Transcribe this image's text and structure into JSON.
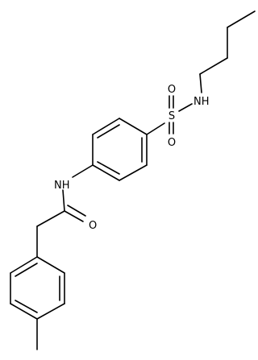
{
  "molecule": {
    "atoms": {
      "amide_nh": "NH",
      "sulfonamide_nh": "NH",
      "sulfur": "S",
      "sulfonyl_oxygen_top": "O",
      "sulfonyl_oxygen_bottom": "O",
      "carbonyl_oxygen": "O"
    },
    "colors": {
      "bond": "#000000",
      "label": "#000000",
      "background": "#ffffff"
    }
  }
}
